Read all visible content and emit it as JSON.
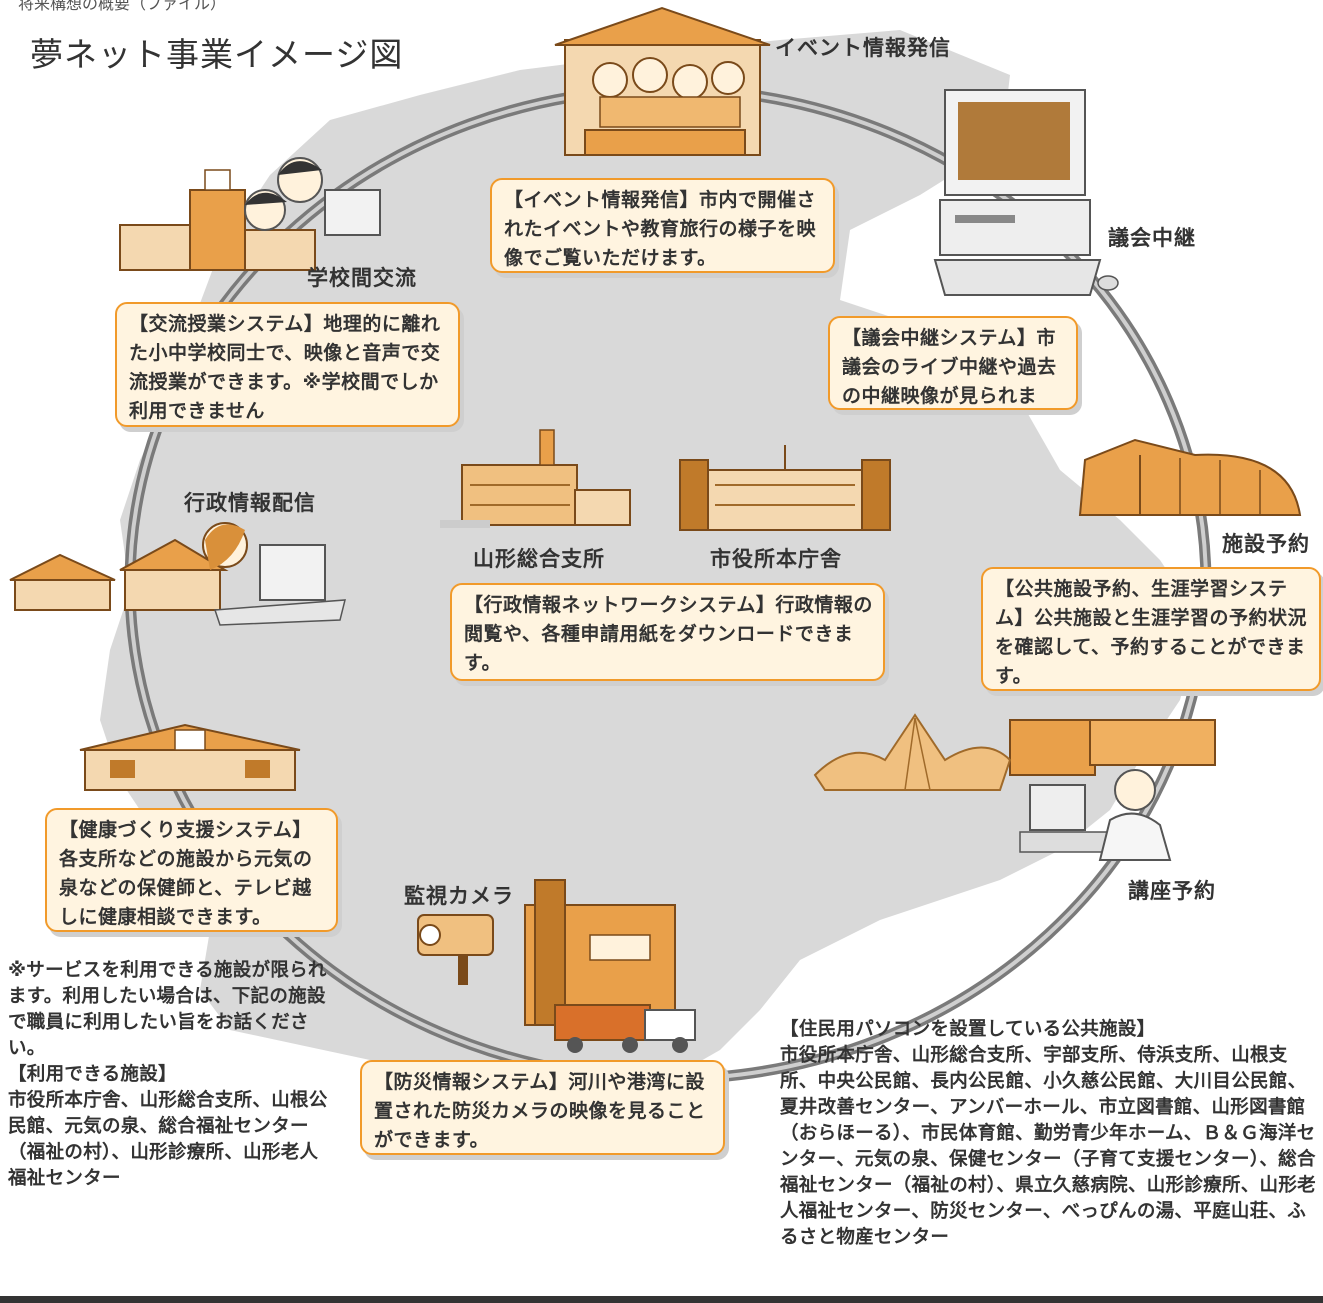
{
  "title": "夢ネット事業イメージ図",
  "top_cut_text": "将来構想の概要（ファイル）",
  "services": {
    "event": {
      "label": "イベント情報発信",
      "description": "【イベント情報発信】市内で開催されたイベントや教育旅行の様子を映像でご覧いただけます。"
    },
    "assembly": {
      "label": "議会中継",
      "description": "【議会中継システム】市議会のライブ中継や過去の中継映像が見られます。"
    },
    "facility": {
      "label": "施設予約",
      "description": "【公共施設予約、生涯学習システム】公共施設と生涯学習の予約状況を確認して、予約することができます。"
    },
    "course": {
      "label": "講座予約"
    },
    "school": {
      "label": "学校間交流",
      "description": "【交流授業システム】地理的に離れた小中学校同士で、映像と音声で交流授業ができます。※学校間でしか利用できません"
    },
    "admin": {
      "label": "行政情報配信",
      "description": "【行政情報ネットワークシステム】行政情報の閲覧や、各種申請用紙をダウンロードできます。"
    },
    "health": {
      "description": "【健康づくり支援システム】各支所などの施設から元気の泉などの保健師と、テレビ越しに健康相談できます。"
    },
    "camera": {
      "label": "監視カメラ",
      "description": "【防災情報システム】河川や港湾に設置された防災カメラの映像を見ることができます。"
    }
  },
  "buildings": {
    "yamagata_branch": "山形総合支所",
    "city_hall": "市役所本庁舎"
  },
  "left_note": {
    "intro": "※サービスを利用できる施設が限られます。利用したい場合は、下記の施設で職員に利用したい旨をお話ください。",
    "heading": "【利用できる施設】",
    "list": "市役所本庁舎、山形総合支所、山根公民館、元気の泉、総合福祉センター（福祉の村）、山形診療所、山形老人福祉センター"
  },
  "right_note": {
    "heading": "【住民用パソコンを設置している公共施設】",
    "list": "市役所本庁舎、山形総合支所、宇部支所、侍浜支所、山根支所、中央公民館、長内公民館、小久慈公民館、大川目公民館、夏井改善センター、アンバーホール、市立図書館、山形図書館（おらほーる）、市民体育館、勤労青少年ホーム、Ｂ＆Ｇ海洋センター、元気の泉、保健センター（子育て支援センター）、総合福祉センター（福祉の村）、県立久慈病院、山形診療所、山形老人福祉センター、防災センター、べっぴんの湯、平庭山荘、ふるさと物産センター"
  },
  "colors": {
    "bubble_border": "#f19a2a",
    "bubble_fill": "#fff4e0",
    "map_fill": "#d9d9d9",
    "ring": "#555555",
    "building_orange": "#e9a04a"
  },
  "icons": [
    "event-hall-people-icon",
    "computer-icon",
    "arena-building-icon",
    "office-worker-computer-icon",
    "museum-tent-icon",
    "security-camera-icon",
    "fire-engine-icon",
    "community-hall-icon",
    "woman-at-computer-icon",
    "school-children-computer-icon",
    "branch-office-building-icon",
    "city-hall-building-icon"
  ]
}
